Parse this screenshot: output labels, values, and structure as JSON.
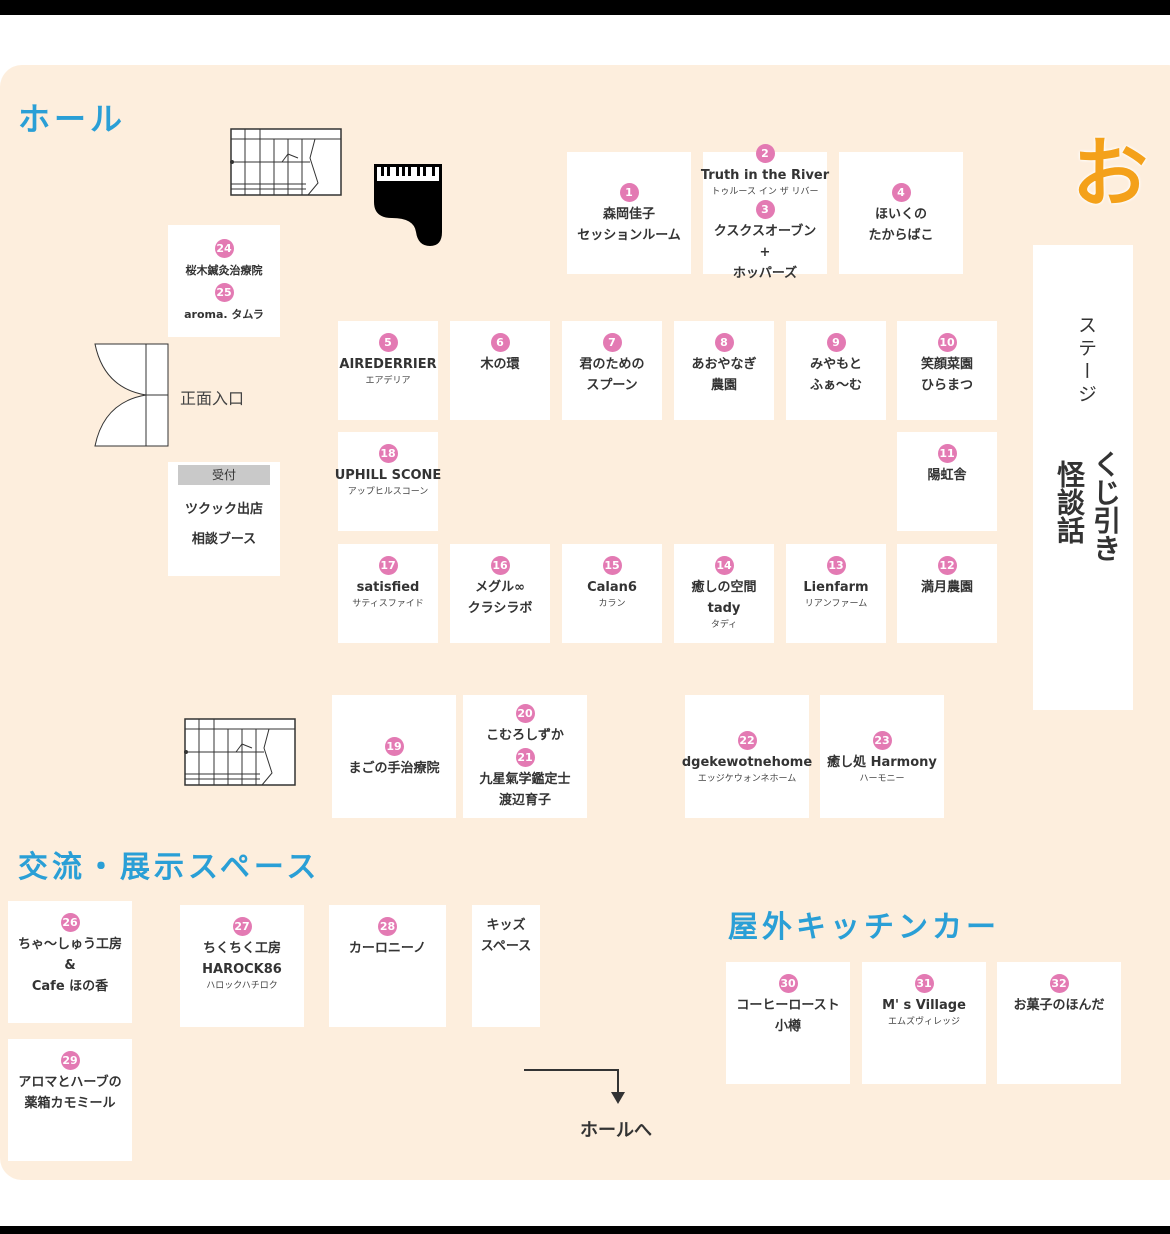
{
  "titles": {
    "hall": "ホール",
    "exchange": "交流・展示スペース",
    "kitchen": "屋外キッチンカー",
    "corner_mark": "お"
  },
  "labels": {
    "entrance": "正面入口",
    "to_hall": "ホールへ"
  },
  "reception": {
    "tag": "受付",
    "lines": [
      "ツクック出店",
      "相談ブース"
    ]
  },
  "stage": {
    "label": "ステージ",
    "events": [
      "くじ引き",
      "怪談話"
    ]
  },
  "colors": {
    "panel": "#fdeedd",
    "title_blue": "#2a9fd6",
    "number_pink": "#e37ab3",
    "mark_orange": "#f4a11a"
  },
  "booths": [
    {
      "id": "b1",
      "entries": [
        {
          "no": "1",
          "name": [
            "森岡佳子",
            "セッションルーム"
          ],
          "reading": []
        }
      ]
    },
    {
      "id": "b2",
      "entries": [
        {
          "no": "2",
          "name": [
            "Truth in the River"
          ],
          "reading": [
            "トゥルース イン ザ リバー"
          ]
        },
        {
          "no": "3",
          "name": [
            "クスクスオーブン",
            "+",
            "ホッパーズ"
          ],
          "reading": []
        }
      ]
    },
    {
      "id": "b4",
      "entries": [
        {
          "no": "4",
          "name": [
            "ほいくの",
            "たからばこ"
          ],
          "reading": []
        }
      ]
    },
    {
      "id": "b24",
      "entries": [
        {
          "no": "24",
          "name": [
            "桜木鍼灸治療院"
          ],
          "reading": []
        },
        {
          "no": "25",
          "name": [
            "aroma. タムラ"
          ],
          "reading": []
        }
      ]
    },
    {
      "id": "b5",
      "entries": [
        {
          "no": "5",
          "name": [
            "AIREDERRIER"
          ],
          "reading": [
            "エアデリア"
          ]
        }
      ]
    },
    {
      "id": "b6",
      "entries": [
        {
          "no": "6",
          "name": [
            "木の環"
          ],
          "reading": []
        }
      ]
    },
    {
      "id": "b7",
      "entries": [
        {
          "no": "7",
          "name": [
            "君のための",
            "スプーン"
          ],
          "reading": []
        }
      ]
    },
    {
      "id": "b8",
      "entries": [
        {
          "no": "8",
          "name": [
            "あおやなぎ",
            "農園"
          ],
          "reading": []
        }
      ]
    },
    {
      "id": "b9",
      "entries": [
        {
          "no": "9",
          "name": [
            "みやもと",
            "ふぁ〜む"
          ],
          "reading": []
        }
      ]
    },
    {
      "id": "b10",
      "entries": [
        {
          "no": "10",
          "name": [
            "笑顔菜園",
            "ひらまつ"
          ],
          "reading": []
        }
      ]
    },
    {
      "id": "b18",
      "entries": [
        {
          "no": "18",
          "name": [
            "UPHILL SCONE"
          ],
          "reading": [
            "アップヒルスコーン"
          ]
        }
      ]
    },
    {
      "id": "b11",
      "entries": [
        {
          "no": "11",
          "name": [
            "陽虹舎"
          ],
          "reading": []
        }
      ]
    },
    {
      "id": "b17",
      "entries": [
        {
          "no": "17",
          "name": [
            "satisfied"
          ],
          "reading": [
            "サティスファイド"
          ]
        }
      ]
    },
    {
      "id": "b16",
      "entries": [
        {
          "no": "16",
          "name": [
            "メグル∞",
            "クラシラボ"
          ],
          "reading": []
        }
      ]
    },
    {
      "id": "b15",
      "entries": [
        {
          "no": "15",
          "name": [
            "Calan6"
          ],
          "reading": [
            "カラン"
          ]
        }
      ]
    },
    {
      "id": "b14",
      "entries": [
        {
          "no": "14",
          "name": [
            "癒しの空間",
            "tady"
          ],
          "reading": [
            "タディ"
          ]
        }
      ]
    },
    {
      "id": "b13",
      "entries": [
        {
          "no": "13",
          "name": [
            "Lienfarm"
          ],
          "reading": [
            "リアンファーム"
          ]
        }
      ]
    },
    {
      "id": "b12",
      "entries": [
        {
          "no": "12",
          "name": [
            "満月農園"
          ],
          "reading": []
        }
      ]
    },
    {
      "id": "b19",
      "entries": [
        {
          "no": "19",
          "name": [
            "まごの手治療院"
          ],
          "reading": []
        }
      ]
    },
    {
      "id": "b20",
      "entries": [
        {
          "no": "20",
          "name": [
            "こむろしずか"
          ],
          "reading": []
        },
        {
          "no": "21",
          "name": [
            "九星氣学鑑定士",
            "渡辺育子"
          ],
          "reading": []
        }
      ]
    },
    {
      "id": "b22",
      "entries": [
        {
          "no": "22",
          "name": [
            "dgekewotnehome"
          ],
          "reading": [
            "エッジケウォンネホーム"
          ]
        }
      ]
    },
    {
      "id": "b23",
      "entries": [
        {
          "no": "23",
          "name": [
            "癒し処 Harmony"
          ],
          "reading": [
            "ハーモニー"
          ]
        }
      ]
    },
    {
      "id": "b26",
      "entries": [
        {
          "no": "26",
          "name": [
            "ちゃ〜しゅう工房",
            "&",
            "Cafe ほの香"
          ],
          "reading": []
        }
      ]
    },
    {
      "id": "b27",
      "entries": [
        {
          "no": "27",
          "name": [
            "ちくちく工房",
            "HAROCK86"
          ],
          "reading": [
            "ハロックハチロク"
          ]
        }
      ]
    },
    {
      "id": "b28",
      "entries": [
        {
          "no": "28",
          "name": [
            "カーロニーノ"
          ],
          "reading": []
        }
      ]
    },
    {
      "id": "bkids",
      "entries": [
        {
          "no": "",
          "name": [
            "キッズ",
            "スペース"
          ],
          "reading": []
        }
      ]
    },
    {
      "id": "b29",
      "entries": [
        {
          "no": "29",
          "name": [
            "アロマとハーブの",
            "薬箱カモミール"
          ],
          "reading": []
        }
      ]
    },
    {
      "id": "b30",
      "entries": [
        {
          "no": "30",
          "name": [
            "コーヒーロースト",
            "小樽"
          ],
          "reading": []
        }
      ]
    },
    {
      "id": "b31",
      "entries": [
        {
          "no": "31",
          "name": [
            "M' s Village"
          ],
          "reading": [
            "エムズヴィレッジ"
          ]
        }
      ]
    },
    {
      "id": "b32",
      "entries": [
        {
          "no": "32",
          "name": [
            "お菓子のほんだ"
          ],
          "reading": []
        }
      ]
    }
  ]
}
